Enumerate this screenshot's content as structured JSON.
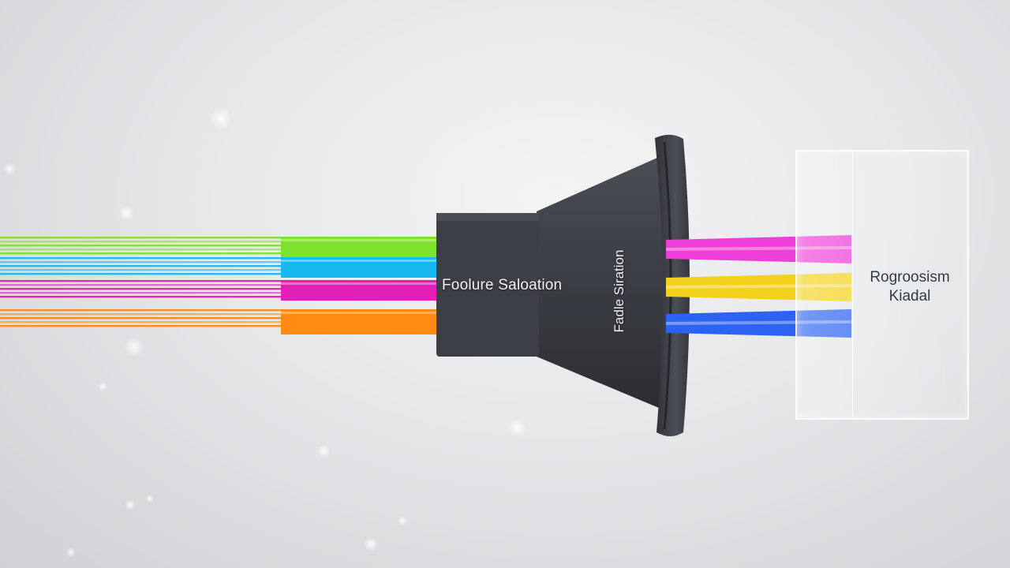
{
  "diagram": {
    "funnel_label": "Foolure Saloation",
    "funnel_vertical_label": "Fadle Siration",
    "model_label_line1": "Rogroosism",
    "model_label_line2": "Kiadal"
  },
  "input_streams": [
    {
      "name": "lime",
      "color": "#7ee22a"
    },
    {
      "name": "cyan",
      "color": "#19b8ee"
    },
    {
      "name": "magenta",
      "color": "#e21fb6"
    },
    {
      "name": "orange",
      "color": "#ff8a14"
    }
  ],
  "output_streams": [
    {
      "name": "pink",
      "color": "#ee3fd8"
    },
    {
      "name": "yellow",
      "color": "#f3d21e"
    },
    {
      "name": "blue",
      "color": "#2d63f2"
    }
  ],
  "colors": {
    "funnel": "#3a3d43",
    "background": "#e6e7e9"
  }
}
